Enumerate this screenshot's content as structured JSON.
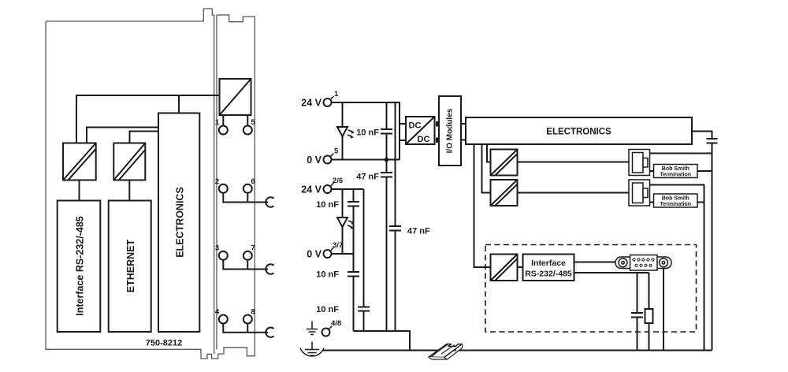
{
  "module": {
    "part_number": "750-8212",
    "interface_label": "Interface RS-232/-485",
    "ethernet_label": "ETHERNET",
    "electronics_label": "ELECTRONICS",
    "terminals": {
      "t1": "1",
      "t2": "2",
      "t3": "3",
      "t4": "4",
      "t5": "5",
      "t6": "6",
      "t7": "7",
      "t8": "8"
    }
  },
  "schematic": {
    "labels": {
      "v24": "24 V",
      "v0": "0 V",
      "cap_10nf": "10 nF",
      "cap_47nf": "47 nF"
    },
    "pins": {
      "p1": "1",
      "p5": "5",
      "p26": "2/6",
      "p37": "3/7",
      "p48": "4/8"
    },
    "dc_converter": {
      "top": "DC",
      "bottom": "DC"
    },
    "io_modules_label": "I/O Modules",
    "electronics_label": "ELECTRONICS",
    "bob_smith_termination": {
      "line1": "Bob Smith",
      "line2": "Termination"
    },
    "interface_rs232": {
      "line1": "Interface",
      "line2": "RS-232/-485"
    }
  }
}
